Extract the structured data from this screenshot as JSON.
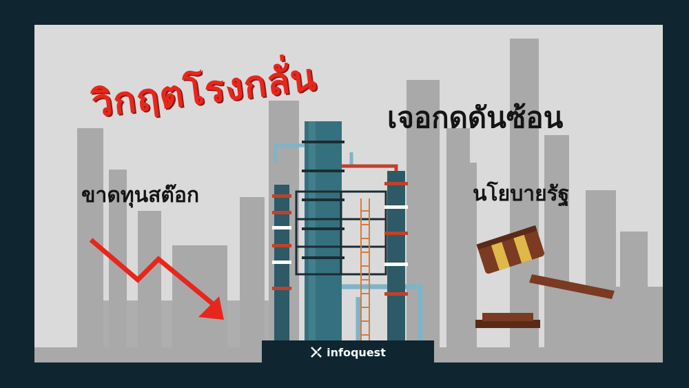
{
  "headline": {
    "red": "วิกฤตโรงกลั่น",
    "black": "เจอกดดันซ้อน"
  },
  "labels": {
    "left": "ขาดทุนสต๊อก",
    "right": "นโยบายรัฐ"
  },
  "brand": {
    "name": "infoquest"
  },
  "icons": {
    "arrow": "red-down-trend-arrow-icon",
    "gavel": "gavel-icon",
    "refinery": "refinery-tower-illustration",
    "logo": "infoquest-x-logo-icon"
  },
  "colors": {
    "frame": "#0f2530",
    "background": "#dadada",
    "accent_red": "#e8261c",
    "silhouette": "#a9a9a9",
    "tower_teal": "#2d5a66",
    "pipe_blue": "#7fb3c8",
    "gavel_brown": "#7a3b22"
  }
}
